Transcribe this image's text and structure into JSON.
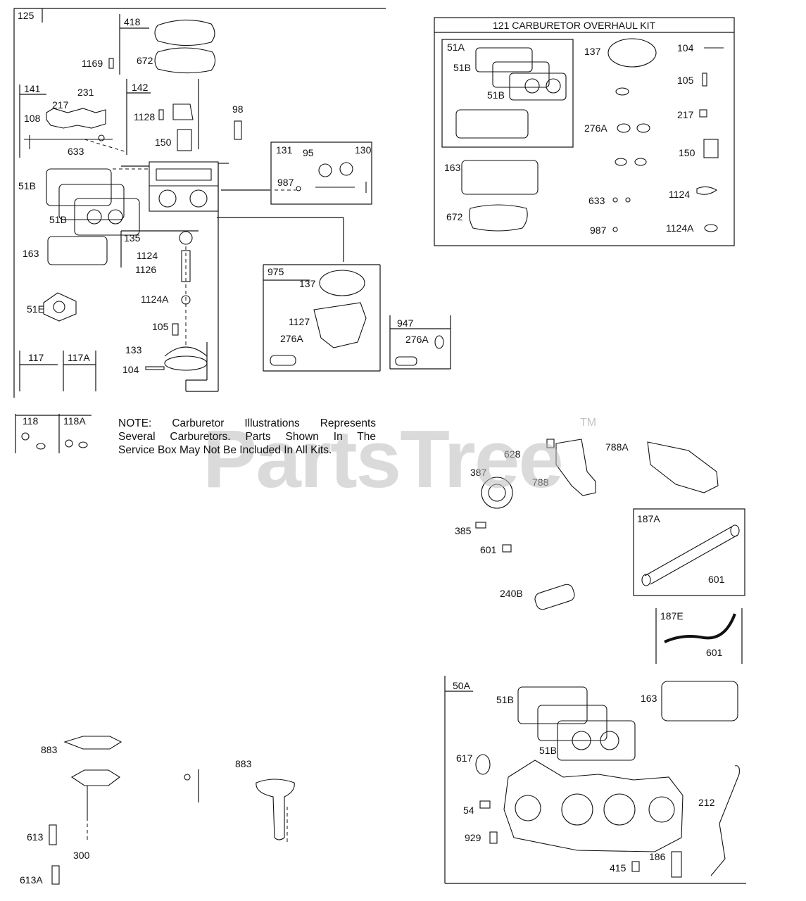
{
  "watermark": {
    "brand": "PartsTree",
    "tm": "TM"
  },
  "note": {
    "lines": [
      "NOTE: Carburetor Illustrations Represents",
      "Several Carburetors. Parts Shown In The",
      "Service Box May Not Be Included In All Kits."
    ]
  },
  "kit": {
    "title": "121 CARBURETOR OVERHAUL KIT"
  },
  "labels": {
    "c125": "125",
    "c418": "418",
    "c672": "672",
    "c1169": "1169",
    "c141": "141",
    "c231": "231",
    "c217": "217",
    "c108": "108",
    "c633": "633",
    "c142": "142",
    "c1128": "1128",
    "c150": "150",
    "c98": "98",
    "c51b_a": "51B",
    "c51b_b": "51B",
    "c163": "163",
    "c135": "135",
    "c1124": "1124",
    "c1126": "1126",
    "c1124a": "1124A",
    "c105": "105",
    "c133": "133",
    "c104": "104",
    "c51e": "51E",
    "c117": "117",
    "c117a": "117A",
    "c131": "131",
    "c95": "95",
    "c130": "130",
    "c987": "987",
    "c975": "975",
    "c137": "137",
    "c1127": "1127",
    "c276a": "276A",
    "c947": "947",
    "c276a_b": "276A",
    "k51a": "51A",
    "k51b_a": "51B",
    "k51b_b": "51B",
    "k137": "137",
    "k104": "104",
    "k105": "105",
    "k217": "217",
    "k276a": "276A",
    "k150": "150",
    "k163": "163",
    "k1124": "1124",
    "k633": "633",
    "k672": "672",
    "k987": "987",
    "k1124a": "1124A",
    "c118": "118",
    "c118a": "118A",
    "f628": "628",
    "f788a": "788A",
    "f387": "387",
    "f788": "788",
    "f385": "385",
    "f601": "601",
    "f240b": "240B",
    "f187a": "187A",
    "f601_b": "601",
    "f187e": "187E",
    "f601_c": "601",
    "m50a": "50A",
    "m51b_a": "51B",
    "m163": "163",
    "m51b_b": "51B",
    "m617": "617",
    "m212": "212",
    "m54": "54",
    "m929": "929",
    "m186": "186",
    "m415": "415",
    "a883": "883",
    "a883_b": "883",
    "a613": "613",
    "a300": "300",
    "a613a": "613A"
  }
}
